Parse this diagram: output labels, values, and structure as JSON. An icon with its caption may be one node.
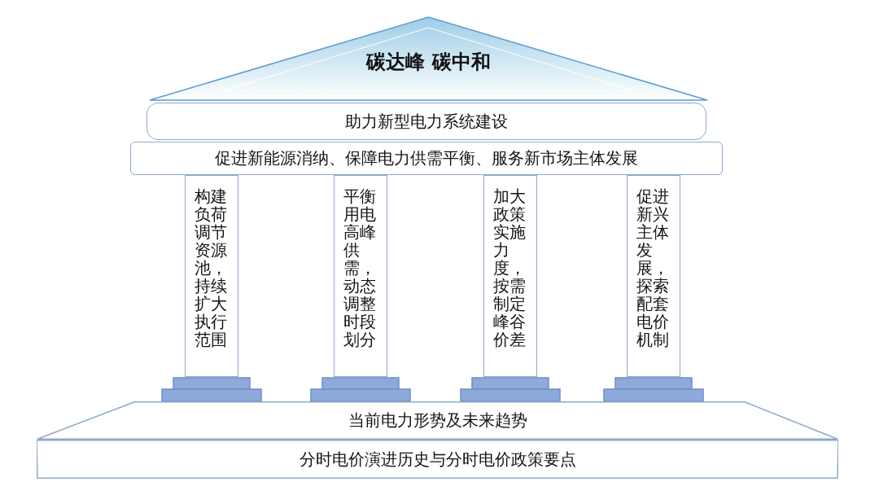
{
  "diagram": {
    "nodes": [
      {
        "text": [
          "碳达峰 碳中和"
        ]
      },
      {
        "text": [
          "助力新型电力系统建设"
        ]
      },
      {
        "text": [
          "促进新能源消纳、保障电力供需平衡、服务新市场主体发展"
        ]
      },
      {
        "text": [
          "构建负荷调节资源池，持续扩大执行范围"
        ]
      },
      {
        "text": [
          "平衡用电高峰供需，动态调整时段划分"
        ]
      },
      {
        "text": [
          "加大政策实施力度，按需制定峰谷价差"
        ]
      },
      {
        "text": [
          "促进新兴主体发展，探索配套电价机制"
        ]
      },
      {
        "text": [
          "当前电力形势及未来趋势"
        ]
      },
      {
        "text": [
          "分时电价演进历史与分时电价政策要点"
        ]
      }
    ]
  }
}
